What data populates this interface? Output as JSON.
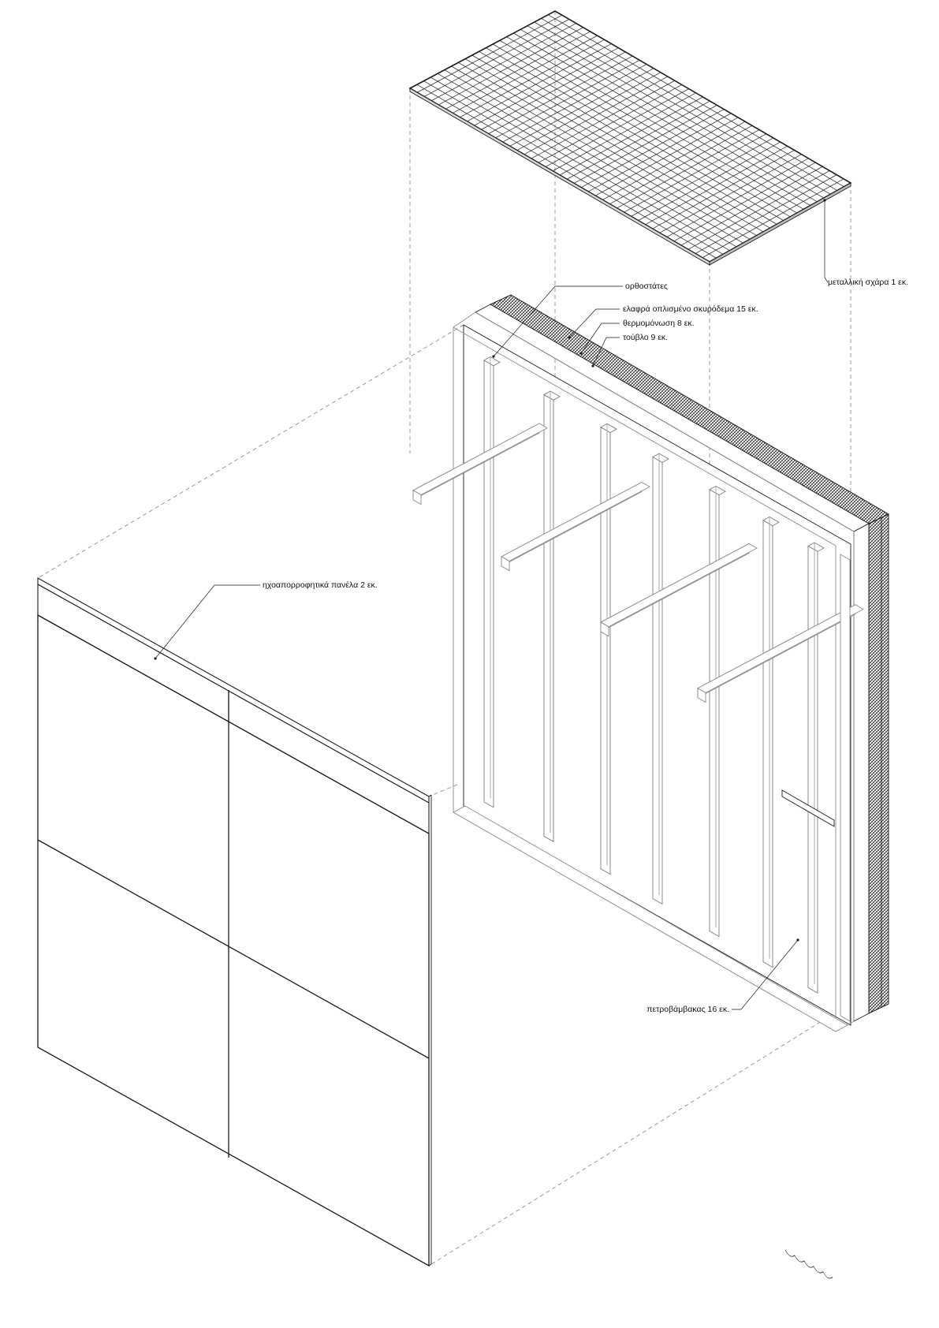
{
  "colors": {
    "ink": "#1a1a1a",
    "frame": "#8a8a8a",
    "ghost": "#b8b8b8",
    "background": "#ffffff"
  },
  "labels": {
    "grating": "μεταλλική σχάρα 1 εκ.",
    "studs": "ορθοστάτες",
    "concrete": "ελαφρά οπλισμένο σκυρόδεμα 15 εκ.",
    "thermal_insulation": "θερμομόνωση 8 εκ.",
    "brick": "τούβλο 9 εκ.",
    "acoustic_panels": "ηχοαπορροφητικά πανέλα 2 εκ.",
    "rockwool": "πετροβάμβακας 16 εκ."
  }
}
